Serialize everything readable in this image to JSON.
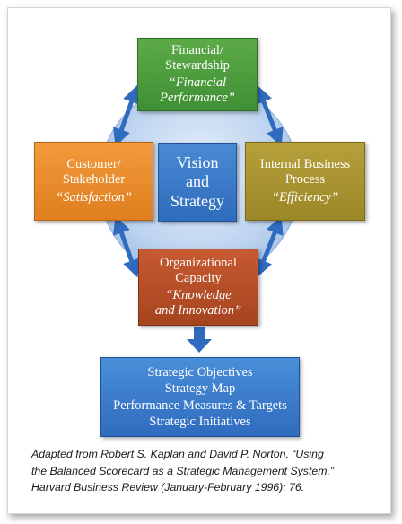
{
  "diagram": {
    "financial": {
      "title_line1": "Financial/",
      "title_line2": "Stewardship",
      "quote_line1": "“Financial",
      "quote_line2": "Performance”",
      "color": "#4c9d3f"
    },
    "customer": {
      "title_line1": "Customer/",
      "title_line2": "Stakeholder",
      "quote_line1": "“Satisfaction”",
      "color": "#e98c2b"
    },
    "internal": {
      "title_line1": "Internal Business",
      "title_line2": "Process",
      "quote_line1": "“Efficiency”",
      "color": "#a8932f"
    },
    "center": {
      "line1": "Vision",
      "line2": "and",
      "line3": "Strategy",
      "color": "#3b7bc8"
    },
    "organizational": {
      "title_line1": "Organizational",
      "title_line2": "Capacity",
      "quote_line1": "“Knowledge",
      "quote_line2": "and Innovation”",
      "color": "#b44f27"
    },
    "outcomes": {
      "items": [
        "Strategic Objectives",
        "Strategy Map",
        "Performance Measures & Targets",
        "Strategic Initiatives"
      ],
      "color": "#3a7ccc"
    },
    "arrow_color": "#2f6bbf",
    "circle_color": "#a9c6ea"
  },
  "caption": {
    "line1": "Adapted from Robert S. Kaplan and David P. Norton, “Using",
    "line2": "the Balanced Scorecard as a Strategic Management System,”",
    "line3": "Harvard Business Review (January-February 1996): 76."
  }
}
